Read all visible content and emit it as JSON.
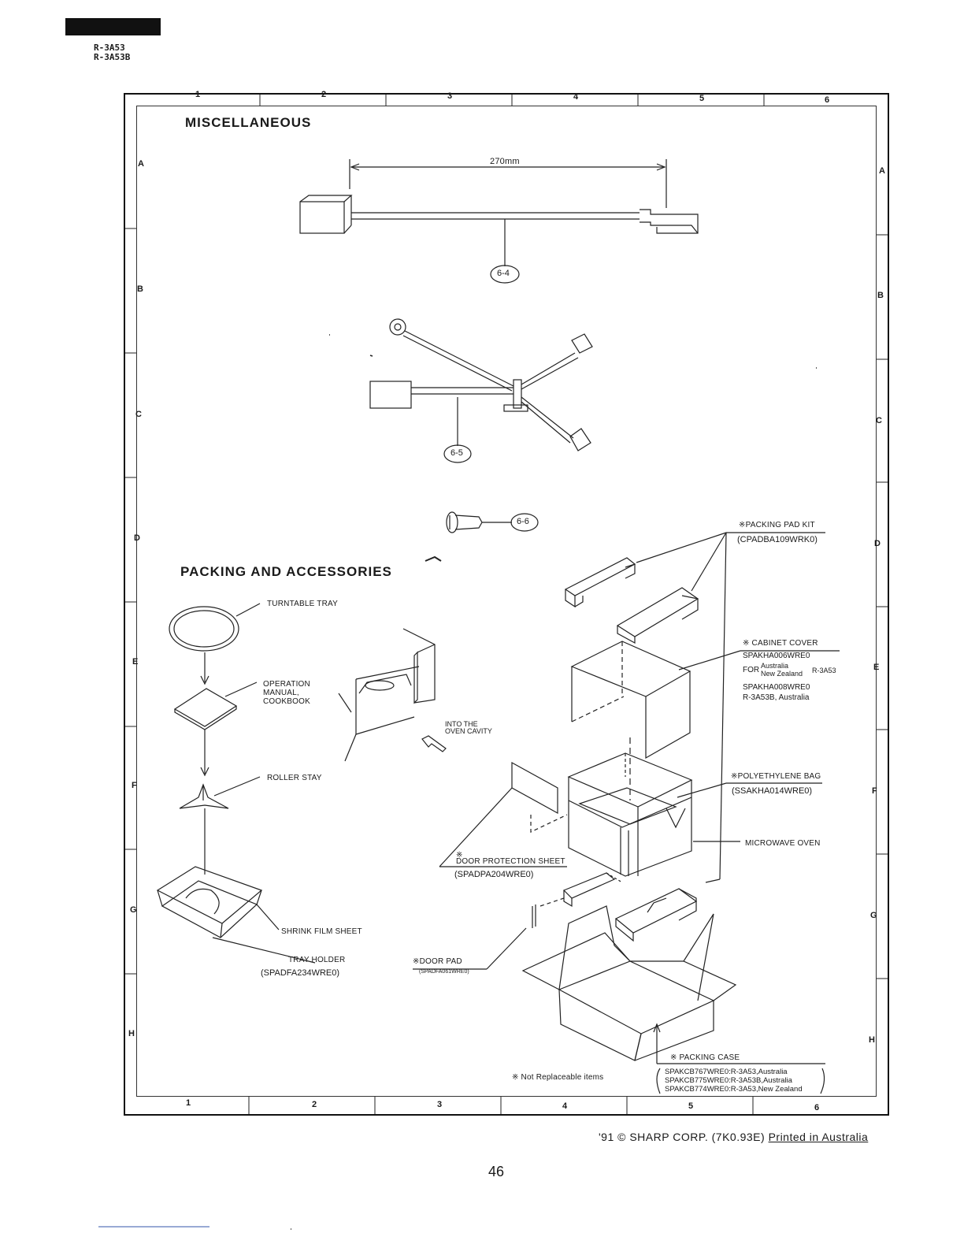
{
  "header": {
    "models": [
      "R-3A53",
      "R-3A53B"
    ]
  },
  "grid": {
    "top_columns": [
      "1",
      "2",
      "3",
      "4",
      "5",
      "6"
    ],
    "bottom_columns": [
      "1",
      "2",
      "3",
      "4",
      "5",
      "6"
    ],
    "rows": [
      "A",
      "B",
      "C",
      "D",
      "E",
      "F",
      "G",
      "H"
    ]
  },
  "miscellaneous": {
    "title": "MISCELLANEOUS",
    "dimension": "270mm",
    "callouts": [
      "6-4",
      "6-5",
      "6-6"
    ]
  },
  "packing": {
    "title": "PACKING AND ACCESSORIES",
    "turntable_tray": "TURNTABLE TRAY",
    "operation_manual": [
      "OPERATION",
      "MANUAL,",
      "COOKBOOK"
    ],
    "roller_stay": "ROLLER STAY",
    "shrink_film": "SHRINK FILM SHEET",
    "tray_holder": {
      "label": "TRAY HOLDER",
      "code": "(SPADFA234WRE0)"
    },
    "into_cavity": [
      "INTO THE",
      "OVEN CAVITY"
    ],
    "door_protection": {
      "mark": "※",
      "label": "DOOR PROTECTION SHEET",
      "code": "(SPADPA204WRE0)"
    },
    "door_pad": {
      "label": "※DOOR PAD",
      "code": "(SPADFA061WRE0)"
    },
    "packing_pad_kit": {
      "label": "※PACKING PAD KIT",
      "code": "(CPADBA109WRK0)"
    },
    "cabinet_cover": {
      "label": "※ CABINET COVER",
      "line1": "SPAKHA006WRE0",
      "for": "FOR",
      "australia": "Australia",
      "new_zealand": "New Zealand",
      "model1": "R-3A53",
      "line2": "SPAKHA008WRE0",
      "line3": "R-3A53B, Australia"
    },
    "polyethylene_bag": {
      "label": "※POLYETHYLENE BAG",
      "code": "(SSAKHA014WRE0)"
    },
    "microwave_oven": "MICROWAVE OVEN",
    "packing_case": {
      "label": "※ PACKING CASE",
      "lines": [
        "SPAKCB767WRE0:R-3A53,Australia",
        "SPAKCB775WRE0:R-3A53B,Australia",
        "SPAKCB774WRE0:R-3A53,New Zealand"
      ]
    },
    "not_replaceable": "※ Not Replaceable items"
  },
  "footer": {
    "copyright": "'91 © SHARP CORP. (7K0.93E) ",
    "printed": "Printed in Australia",
    "page": "46"
  }
}
